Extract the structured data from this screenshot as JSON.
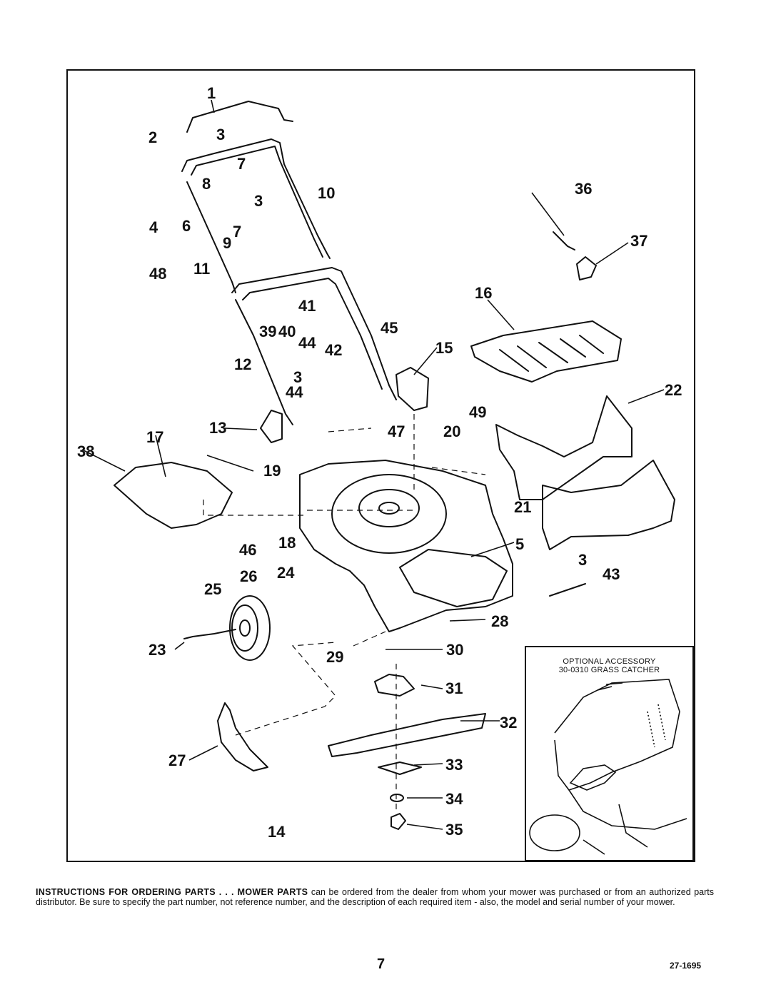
{
  "diagram": {
    "callouts": [
      "1",
      "2",
      "3",
      "4",
      "6",
      "7",
      "8",
      "10",
      "3",
      "7",
      "9",
      "48",
      "11",
      "41",
      "39",
      "40",
      "45",
      "44",
      "42",
      "12",
      "3",
      "44",
      "13",
      "17",
      "38",
      "19",
      "47",
      "20",
      "49",
      "15",
      "16",
      "36",
      "37",
      "22",
      "21",
      "18",
      "46",
      "5",
      "26",
      "24",
      "25",
      "3",
      "43",
      "23",
      "28",
      "29",
      "30",
      "31",
      "32",
      "27",
      "33",
      "34",
      "14",
      "35"
    ]
  },
  "inset": {
    "title_line1": "OPTIONAL ACCESSORY",
    "title_line2": "30-0310 GRASS CATCHER"
  },
  "footer": {
    "lead": "INSTRUCTIONS FOR ORDERING PARTS . . . MOWER PARTS",
    "body": " can be ordered from the dealer from whom your mower was purchased or from an authorized parts distributor. Be sure to specify the part number, not reference number, and the description of each required item - also, the model and serial number of your mower.",
    "page_number": "7",
    "doc_number": "27-1695"
  }
}
